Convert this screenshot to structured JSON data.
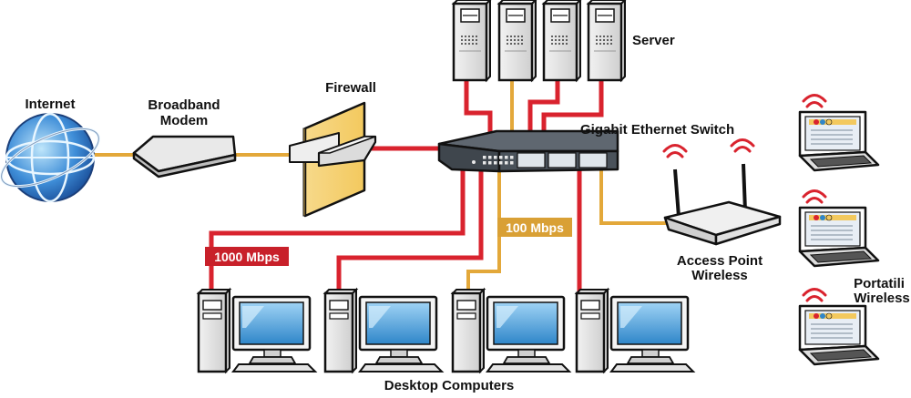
{
  "labels": {
    "internet": "Internet",
    "modem_line1": "Broadband",
    "modem_line2": "Modem",
    "firewall": "Firewall",
    "server": "Server",
    "switch": "Gigabit Ethernet Switch",
    "ap_line1": "Access Point",
    "ap_line2": "Wireless",
    "laptops_line1": "Portatili",
    "laptops_line2": "Wireless",
    "desktops": "Desktop Computers",
    "speed_gigabit": "1000 Mbps",
    "speed_100": "100 Mbps"
  },
  "colors": {
    "gigabit_link": "#d9232e",
    "fast_link": "#e3a83a",
    "badge_gigabit": "#c8202a",
    "badge_fast": "#d9a035",
    "outline": "#111111"
  },
  "icons": {
    "internet": "globe-icon",
    "modem": "modem-icon",
    "firewall": "firewall-wall-icon",
    "server": "tower-server-icon",
    "switch": "network-switch-icon",
    "access_point": "wireless-router-icon",
    "laptop": "laptop-icon",
    "desktop": "desktop-computer-icon"
  }
}
